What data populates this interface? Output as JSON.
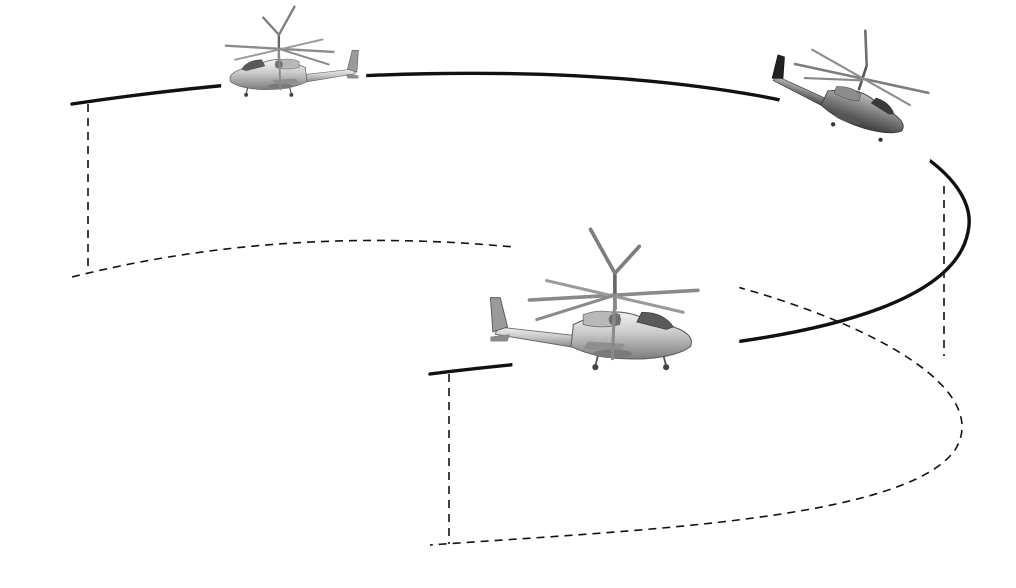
{
  "diagram": {
    "kind": "helicopter-flight-maneuver",
    "icons": {
      "helicopter": "coaxial-attack-helicopter-icon"
    },
    "colors": {
      "background": "#ffffff",
      "flight_path": "#111111",
      "projection": "#111111",
      "body_light": "#d9d9d9",
      "body_mid": "#a7a7a7",
      "body_dark": "#595959",
      "rotor": "#8a8a8a"
    },
    "elements": {
      "flight_path": "solid-curve",
      "ground_track": "dashed-curve",
      "drop_lines": "dashed-vertical",
      "helicopters": 3
    }
  }
}
